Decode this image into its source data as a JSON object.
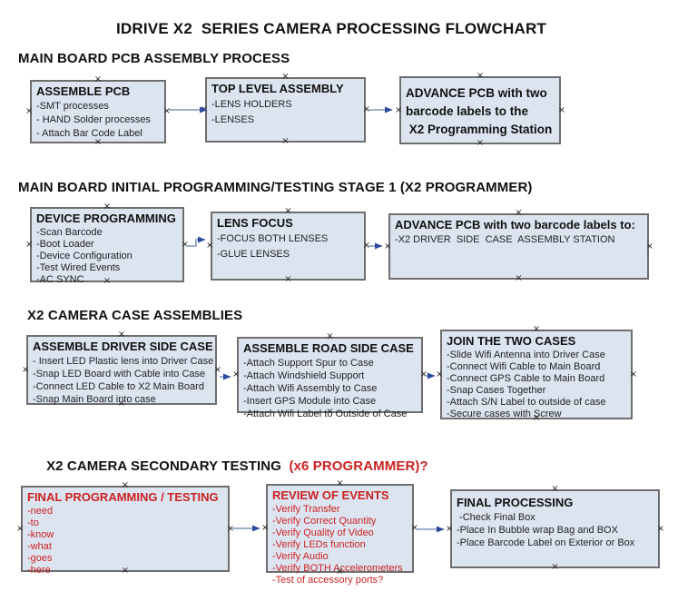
{
  "title": "IDRIVE X2  SERIES CAMERA PROCESSING FLOWCHART",
  "colors": {
    "box_fill": "#dce4f0",
    "box_border": "#6e6e6e",
    "red_text": "#cc2222",
    "arrow_line": "#7d96bb",
    "arrow_head": "#2c4ba0"
  },
  "handle_glyph": "×",
  "sections": [
    {
      "heading": "MAIN BOARD PCB ASSEMBLY PROCESS",
      "boxes": [
        {
          "title": "ASSEMBLE PCB",
          "items": [
            "-SMT processes",
            "- HAND Solder processes",
            "- Attach Bar Code Label"
          ]
        },
        {
          "title": "TOP LEVEL ASSEMBLY",
          "items": [
            "-LENS HOLDERS",
            "-LENSES"
          ]
        },
        {
          "title": "ADVANCE PCB with two\nbarcode labels to the\n X2 Programming Station",
          "items": []
        }
      ]
    },
    {
      "heading": "MAIN BOARD INITIAL PROGRAMMING/TESTING STAGE 1 (X2 PROGRAMMER)",
      "boxes": [
        {
          "title": "DEVICE PROGRAMMING",
          "items": [
            "-Scan Barcode",
            "-Boot Loader",
            "-Device Configuration",
            "-Test Wired Events",
            "-AC SYNC"
          ]
        },
        {
          "title": "LENS FOCUS",
          "items": [
            "-FOCUS BOTH LENSES",
            "-GLUE LENSES"
          ]
        },
        {
          "title": "ADVANCE PCB with two barcode labels to:",
          "items": [
            "-X2 DRIVER  SIDE  CASE  ASSEMBLY STATION"
          ]
        }
      ]
    },
    {
      "heading": "X2 CAMERA CASE ASSEMBLIES",
      "boxes": [
        {
          "title": "ASSEMBLE DRIVER SIDE CASE",
          "items": [
            "- Insert LED Plastic lens into Driver Case",
            "-Snap LED Board with Cable into Case",
            "-Connect LED Cable to X2 Main Board",
            "-Snap Main Board into case"
          ]
        },
        {
          "title": "ASSEMBLE ROAD SIDE CASE",
          "items": [
            "-Attach Support Spur to Case",
            "-Attach Windshield Support",
            "-Attach Wifi Assembly to Case",
            "-Insert GPS Module into Case",
            "-Attach Wifi Label to Outside of Case"
          ]
        },
        {
          "title": "JOIN THE TWO CASES",
          "items": [
            "-Slide Wifi Antenna into Driver Case",
            "-Connect Wifi Cable to Main Board",
            "-Connect GPS Cable to Main Board",
            "-Snap Cases Together",
            "-Attach S/N Label to outside of case",
            "-Secure cases with Screw"
          ]
        }
      ]
    },
    {
      "heading": "X2 CAMERA SECONDARY TESTING ",
      "heading_red_suffix": " (x6 PROGRAMMER)?",
      "boxes": [
        {
          "title": "FINAL PROGRAMMING / TESTING",
          "items": [
            "-need",
            "-to",
            "-know",
            "-what",
            "-goes",
            "-here"
          ]
        },
        {
          "title": "REVIEW OF EVENTS",
          "items": [
            "-Verify Transfer",
            "-Verify Correct Quantity",
            "-Verify Quality of Video",
            "-Verify LEDs function",
            "-Verify Audio",
            "-Verify BOTH Accelerometers",
            "-Test of accessory ports?"
          ]
        },
        {
          "title": "FINAL PROCESSING",
          "items": [
            " -Check Final Box",
            "-Place In Bubble wrap Bag and BOX",
            "-Place Barcode Label on Exterior or Box"
          ]
        }
      ]
    }
  ]
}
